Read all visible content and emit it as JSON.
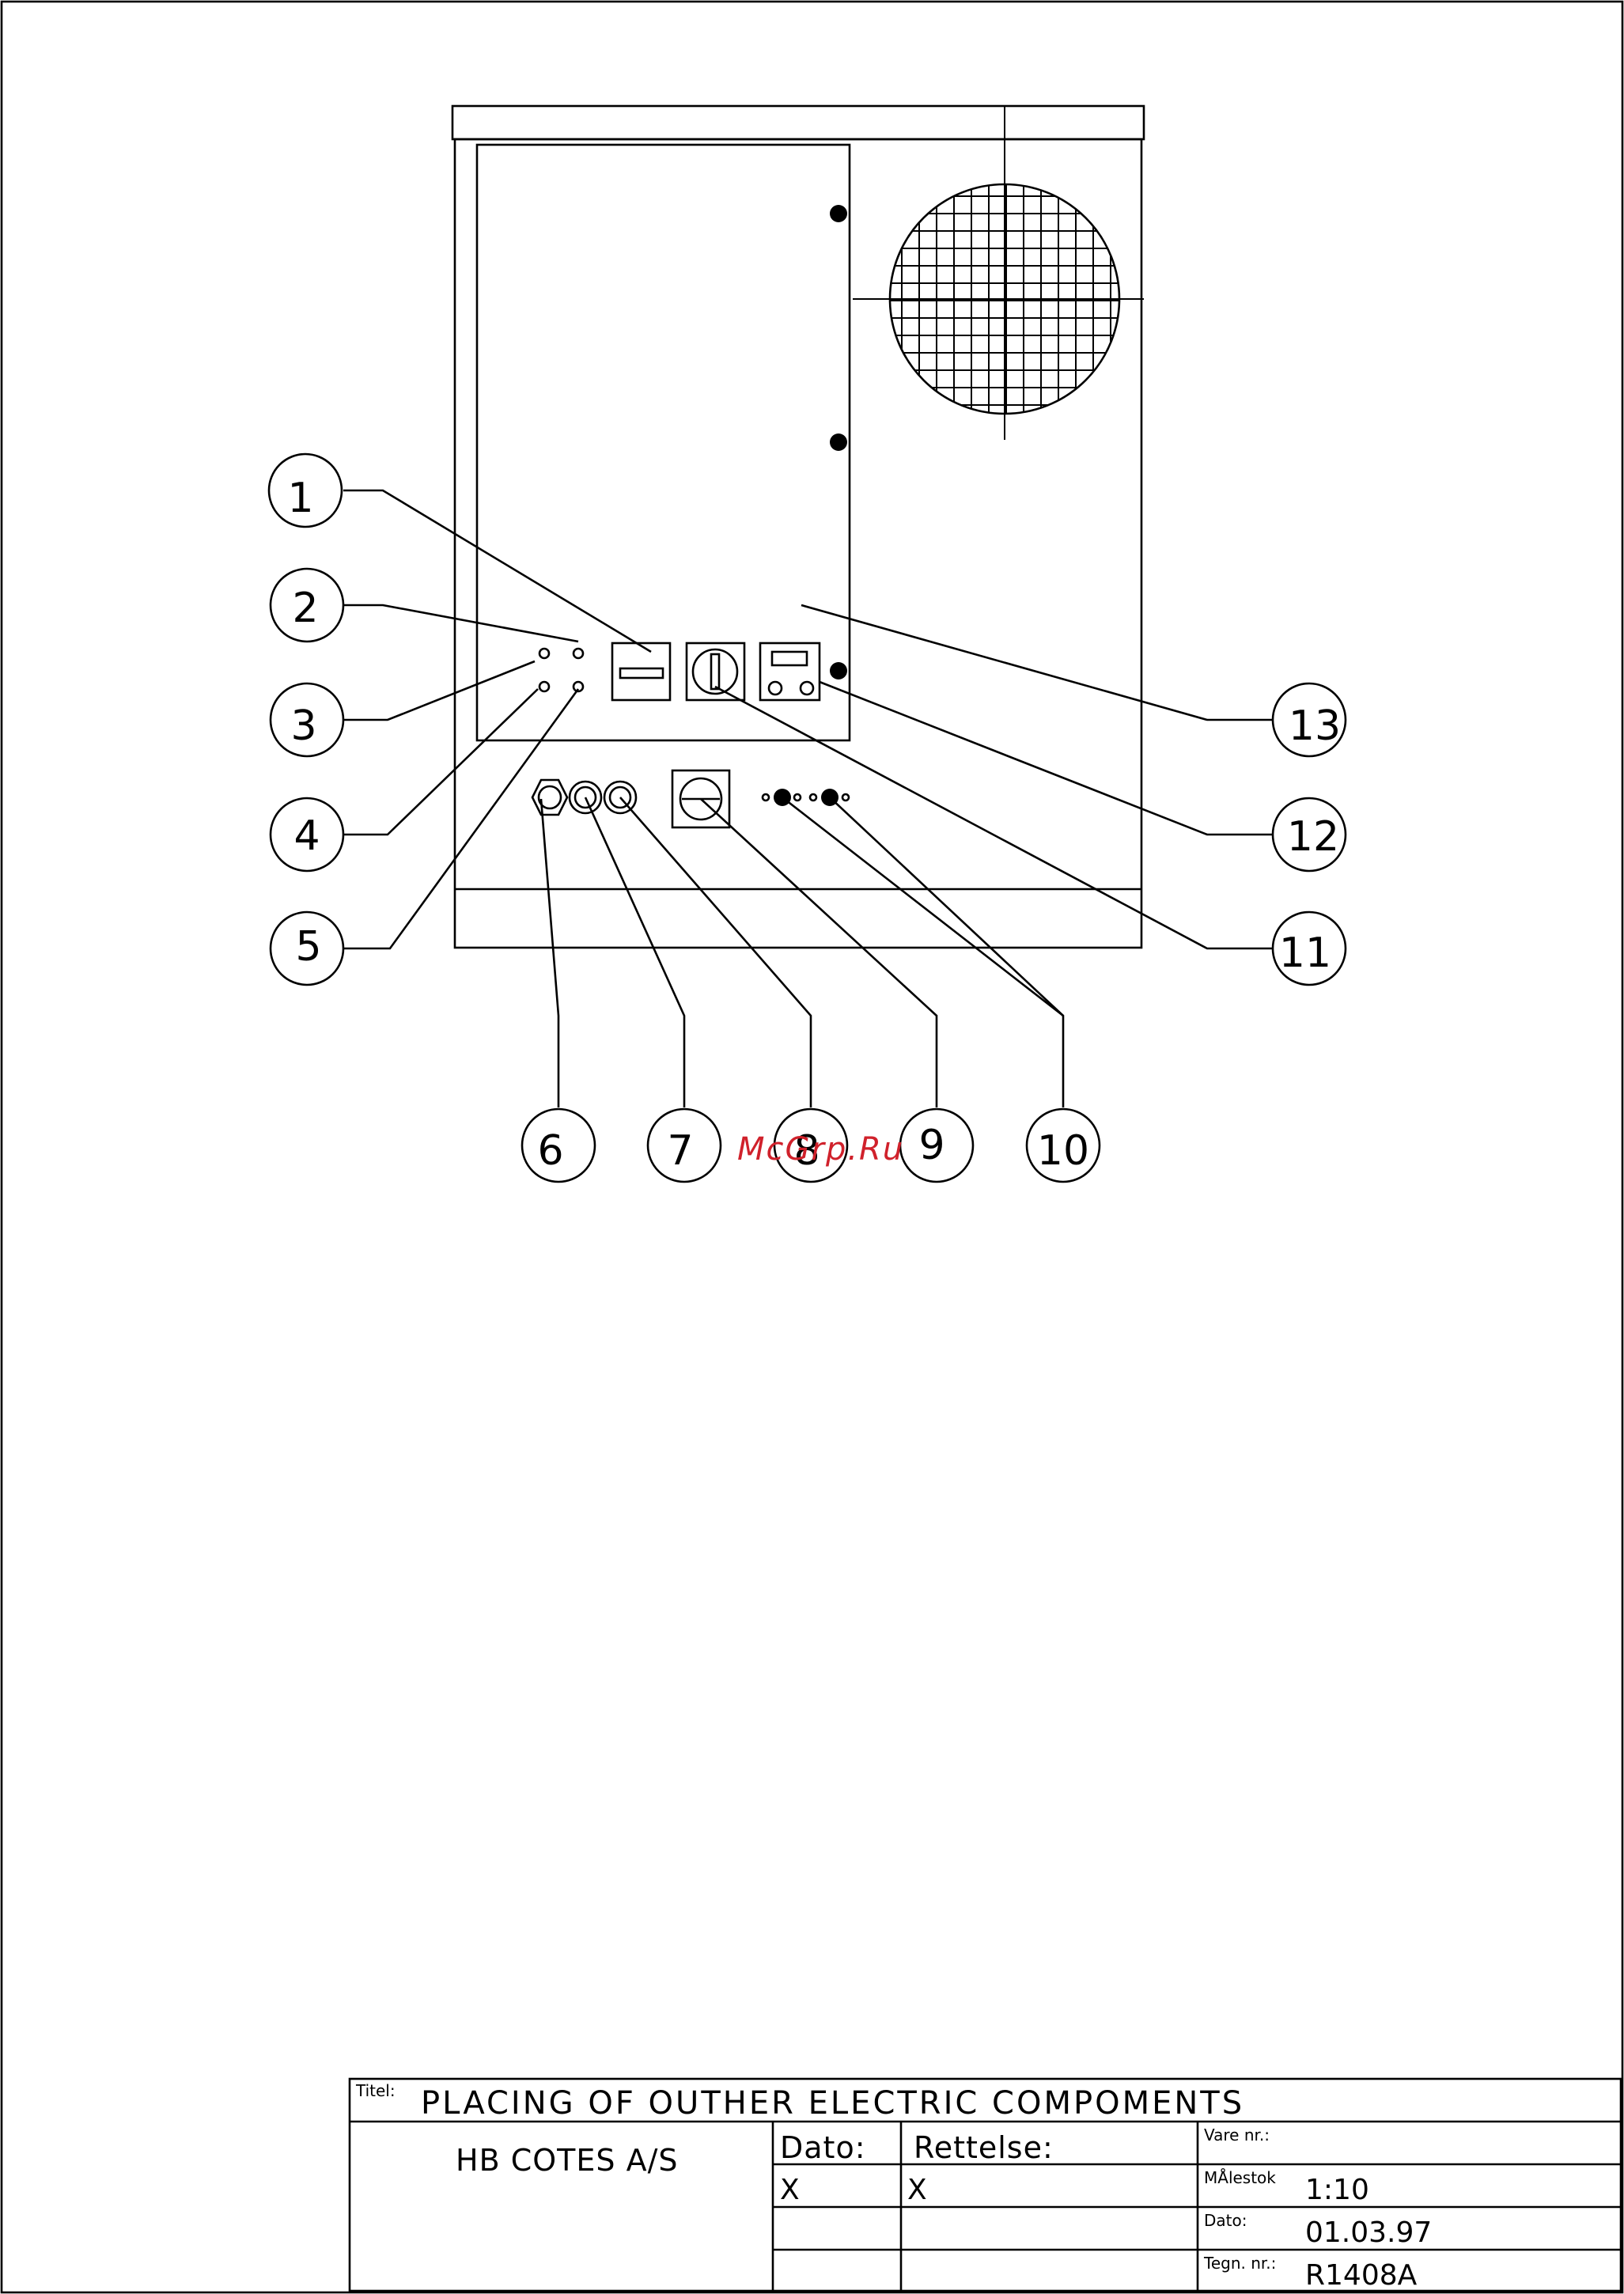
{
  "drawing": {
    "callouts": [
      "1",
      "2",
      "3",
      "4",
      "5",
      "6",
      "7",
      "8",
      "9",
      "10",
      "11",
      "12",
      "13"
    ]
  },
  "watermark": "McGrp.Ru",
  "title_block": {
    "titel_label": "Titel:",
    "title": "PLACING OF OUTHER ELECTRIC COMPOMENTS",
    "company": "HB COTES A/S",
    "dato_header": "Dato:",
    "rettelse_header": "Rettelse:",
    "dato_value": "X",
    "rettelse_value": "X",
    "vare_nr_label": "Vare nr.:",
    "malestok_label": "MÅlestok",
    "malestok_value": "1:10",
    "dato_label": "Dato:",
    "dato_date": "01.03.97",
    "tegn_nr_label": "Tegn. nr.:",
    "tegn_nr_value": "R1408A"
  }
}
